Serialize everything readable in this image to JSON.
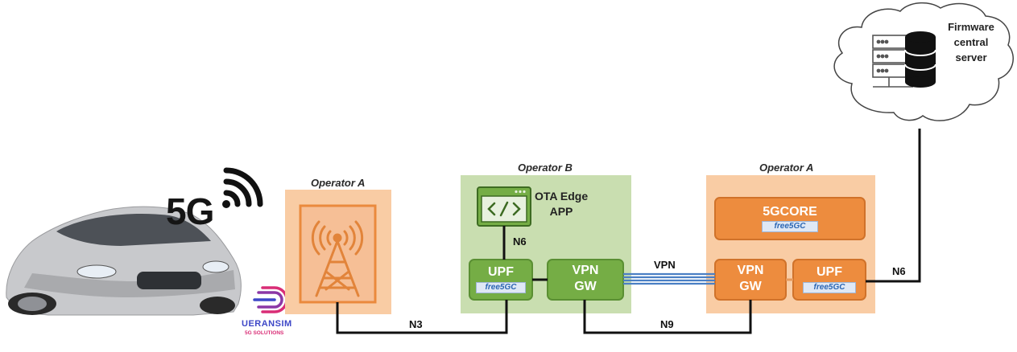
{
  "badge_5g": "5G",
  "operators": {
    "left": "Operator A",
    "middle": "Operator B",
    "right": "Operator A"
  },
  "edge_app": {
    "line1": "OTA Edge",
    "line2": "APP"
  },
  "boxes": {
    "upf_b": {
      "label": "UPF",
      "brand": "free5GC"
    },
    "vpn_gw_b": {
      "line1": "VPN",
      "line2": "GW"
    },
    "core": {
      "label": "5GCORE",
      "brand": "free5GC"
    },
    "vpn_gw_a": {
      "line1": "VPN",
      "line2": "GW"
    },
    "upf_a": {
      "label": "UPF",
      "brand": "free5GC"
    }
  },
  "interfaces": {
    "n3": "N3",
    "n6_edge": "N6",
    "vpn": "VPN",
    "n9": "N9",
    "n6_server": "N6"
  },
  "server": {
    "line1": "Firmware",
    "line2": "central",
    "line3": "server"
  },
  "logo": {
    "name": "UERANSIM",
    "tagline": "5G SOLUTIONS"
  },
  "colors": {
    "operator_a_bg": "#f9cca4",
    "operator_b_bg": "#c9deb0",
    "orange_box": "#ed8c3e",
    "green_box": "#75ad45",
    "link": "#111111",
    "vpn_tunnel": "#4a7fc4"
  }
}
